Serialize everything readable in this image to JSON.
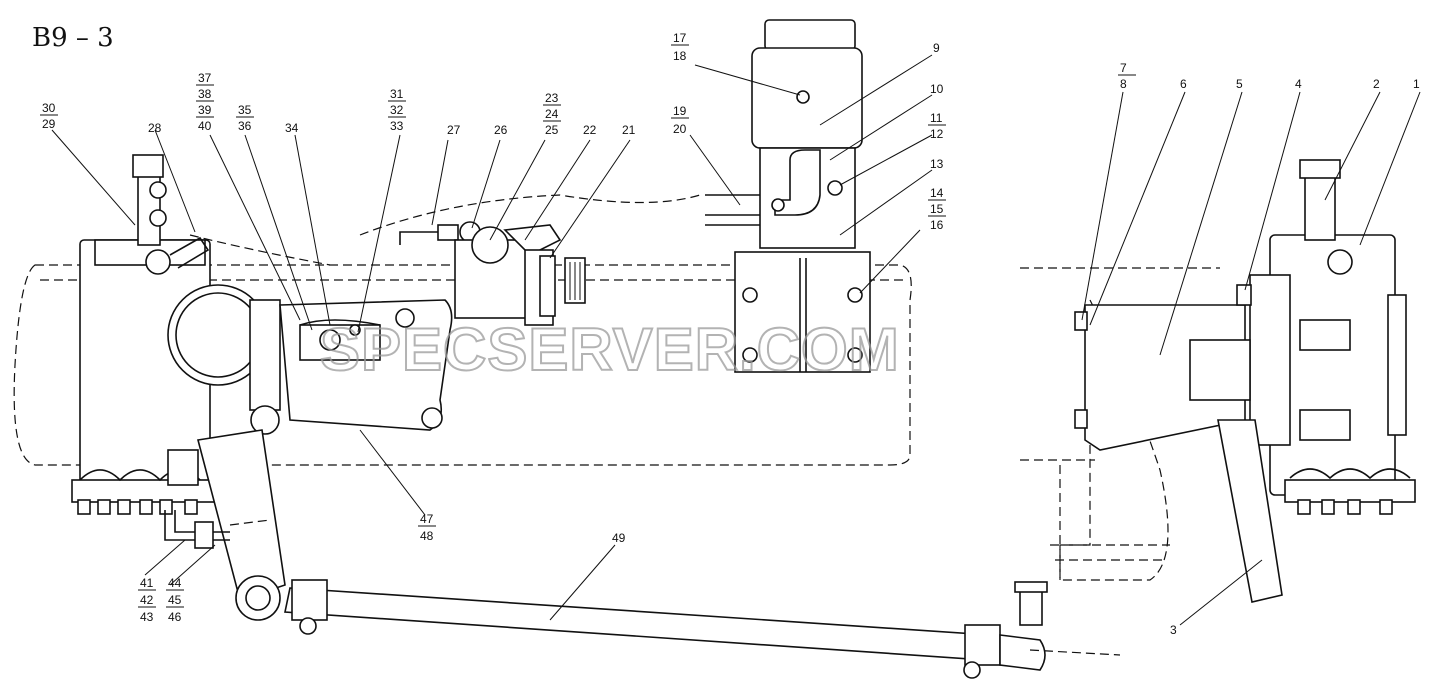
{
  "diagram": {
    "title": "B9 – 3",
    "watermark": "SPECSERVER.COM",
    "callouts": {
      "c1": "1",
      "c2": "2",
      "c3": "3",
      "c4": "4",
      "c5": "5",
      "c6": "6",
      "c7": "7",
      "c8": "8",
      "c9": "9",
      "c10": "10",
      "c11": "11",
      "c12": "12",
      "c13": "13",
      "c14": "14",
      "c15": "15",
      "c16": "16",
      "c17": "17",
      "c18": "18",
      "c19": "19",
      "c20": "20",
      "c21": "21",
      "c22": "22",
      "c23": "23",
      "c24": "24",
      "c25": "25",
      "c26": "26",
      "c27": "27",
      "c28": "28",
      "c29": "29",
      "c30": "30",
      "c31": "31",
      "c32": "32",
      "c33": "33",
      "c34": "34",
      "c35": "35",
      "c36": "36",
      "c37": "37",
      "c38": "38",
      "c39": "39",
      "c40": "40",
      "c41": "41",
      "c42": "42",
      "c43": "43",
      "c44": "44",
      "c45": "45",
      "c46": "46",
      "c47": "47",
      "c48": "48",
      "c49": "49"
    }
  }
}
